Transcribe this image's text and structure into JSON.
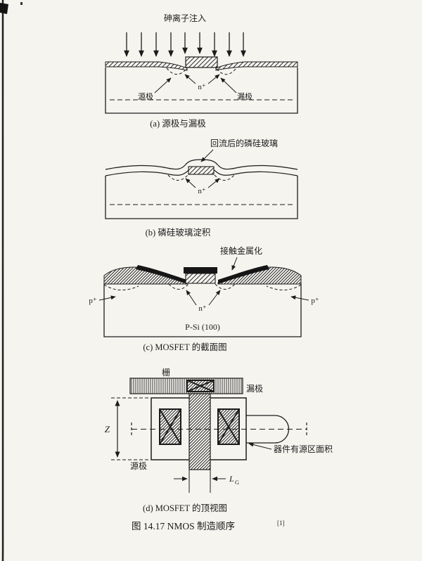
{
  "page": {
    "background": "#f5f4ef",
    "ink": "#1c1c1c"
  },
  "panel_a": {
    "implant_label": "砷离子注入",
    "n_plus_label": "n⁺",
    "source_label": "源极",
    "drain_label": "漏极",
    "caption": "(a) 源极与漏极"
  },
  "panel_b": {
    "psg_label": "回流后的磷硅玻璃",
    "n_plus_label": "n⁺",
    "caption": "(b) 磷硅玻璃淀积"
  },
  "panel_c": {
    "metal_label": "接触金属化",
    "p_plus_left_label": "p⁺",
    "p_plus_right_label": "p⁺",
    "n_plus_label": "n⁺",
    "substrate_label": "P-Si (100)",
    "caption": "(c) MOSFET 的截面图"
  },
  "panel_d": {
    "gate_label": "栅",
    "drain_label": "漏极",
    "z_label": "Z",
    "source_label": "源极",
    "active_area_label": "器件有源区面积",
    "lg_label_main": "L",
    "lg_label_sub": "G",
    "caption": "(d) MOSFET 的顶视图"
  },
  "figure_caption": {
    "text": "图 14.17  NMOS 制造顺序",
    "ref": "[1]"
  }
}
